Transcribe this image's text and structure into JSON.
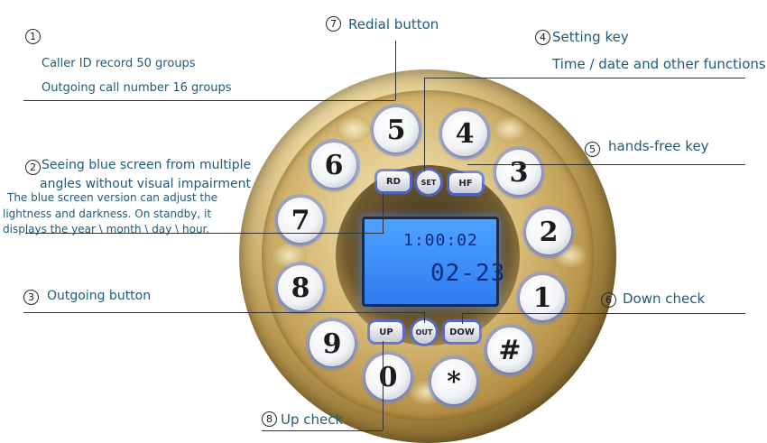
{
  "callouts": {
    "c1": {
      "num": "1",
      "line1": "Caller ID record 50 groups",
      "line2": "Outgoing call number 16 groups"
    },
    "c2": {
      "num": "2",
      "title1": "Seeing blue screen from multiple",
      "title2": "angles without visual impairment",
      "desc1": "The blue screen version can adjust the",
      "desc2": "lightness and darkness. On standby, it",
      "desc3": "displays the year \\ month \\ day \\ hour."
    },
    "c3": {
      "num": "3",
      "label": "Outgoing button"
    },
    "c4": {
      "num": "4",
      "label": "Setting key",
      "sub": "Time / date and other functions"
    },
    "c5": {
      "num": "5",
      "label": "hands-free key"
    },
    "c6": {
      "num": "6",
      "label": "Down check"
    },
    "c7": {
      "num": "7",
      "label": "Redial button"
    },
    "c8": {
      "num": "8",
      "label": "Up check"
    }
  },
  "keypad": {
    "keys": [
      "1",
      "2",
      "3",
      "4",
      "5",
      "6",
      "7",
      "8",
      "9",
      "0",
      "*",
      "#"
    ],
    "function_keys": {
      "rd": "RD",
      "set": "SET",
      "hf": "HF",
      "up": "UP",
      "out": "OUT",
      "dow": "DOW"
    }
  },
  "display": {
    "time": "1:00:02",
    "date": "02-23"
  },
  "colors": {
    "label_text": "#1f5a78",
    "lcd": "#3b8cf7",
    "gold": "#c9a55a"
  }
}
